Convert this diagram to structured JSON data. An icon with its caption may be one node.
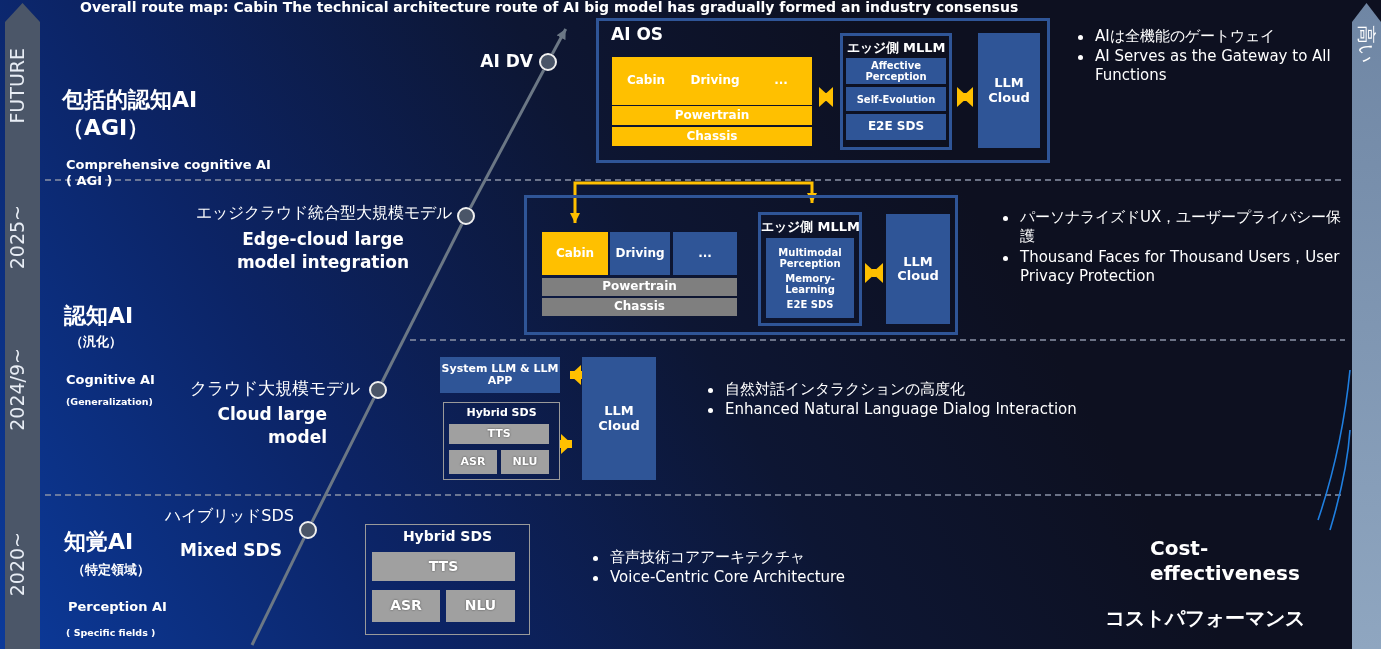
{
  "diagram": {
    "title": "Overall route map: Cabin The technical architecture route of AI big model has gradually formed an industry consensus",
    "nodes": [
      {
        "text": [],
        "shape": "circle",
        "beside": [
          "AI DV"
        ]
      },
      {
        "text": [
          "AI OS"
        ]
      },
      {
        "text": [
          "Cabin"
        ],
        "in": 1
      },
      {
        "text": [
          "Driving"
        ],
        "in": 1
      },
      {
        "text": [
          "..."
        ],
        "in": 1
      },
      {
        "text": [
          "Powertrain"
        ],
        "in": 1
      },
      {
        "text": [
          "Chassis"
        ],
        "in": 1
      },
      {
        "text": [
          "エッジ側 MLLM"
        ],
        "in": 1
      },
      {
        "text": [
          "Affective Perception"
        ],
        "in": 7
      },
      {
        "text": [
          "Self-Evolution"
        ],
        "in": 7
      },
      {
        "text": [
          "E2E SDS"
        ],
        "in": 7
      },
      {
        "text": [
          "LLM Cloud"
        ],
        "in": 1
      },
      {
        "text": [],
        "shape": "circle",
        "beside": [
          "エッジクラウド統合型大規模モデル",
          "Edge-cloud large model integration"
        ]
      },
      {
        "text": [],
        "shape": "box"
      },
      {
        "text": [
          "Cabin"
        ],
        "in": 13
      },
      {
        "text": [
          "Driving"
        ],
        "in": 13
      },
      {
        "text": [
          "..."
        ],
        "in": 13
      },
      {
        "text": [
          "Powertrain"
        ],
        "in": 13
      },
      {
        "text": [
          "Chassis"
        ],
        "in": 13
      },
      {
        "text": [
          "エッジ側 MLLM"
        ],
        "in": 13
      },
      {
        "text": [
          "Multimodal Perception",
          "Memory-Learning",
          "E2E SDS"
        ],
        "in": 19
      },
      {
        "text": [
          "LLM Cloud"
        ],
        "in": 13
      },
      {
        "text": [],
        "shape": "circle",
        "beside": [
          "クラウド大規模モデル",
          "Cloud large model"
        ]
      },
      {
        "text": [
          "System LLM & LLM APP"
        ]
      },
      {
        "text": [
          "Hybrid SDS"
        ]
      },
      {
        "text": [
          "TTS"
        ],
        "in": 24
      },
      {
        "text": [
          "ASR"
        ],
        "in": 24
      },
      {
        "text": [
          "NLU"
        ],
        "in": 24
      },
      {
        "text": [
          "LLM Cloud"
        ]
      },
      {
        "text": [],
        "shape": "circle",
        "beside": [
          "ハイブリッドSDS",
          "Mixed SDS"
        ]
      },
      {
        "text": [
          "Hybrid SDS"
        ]
      },
      {
        "text": [
          "TTS"
        ],
        "in": 30
      },
      {
        "text": [
          "ASR"
        ],
        "in": 30
      },
      {
        "text": [
          "NLU"
        ],
        "in": 30
      }
    ],
    "edges": [
      {
        "from": null,
        "to": 29,
        "arrow": "none",
        "color": "#6b7785"
      },
      {
        "from": 29,
        "to": 22,
        "arrow": "none",
        "color": "#6b7785"
      },
      {
        "from": 22,
        "to": 12,
        "arrow": "none",
        "color": "#6b7785"
      },
      {
        "from": 12,
        "to": 0,
        "arrow": "none",
        "color": "#6b7785"
      },
      {
        "from": 0,
        "to": null,
        "arrow": "to",
        "color": "#6b7785"
      },
      {
        "from": 4,
        "to": 7,
        "arrow": "both",
        "style": "thick"
      },
      {
        "from": 7,
        "to": 11,
        "arrow": "both",
        "style": "thick"
      },
      {
        "from": 19,
        "to": 14,
        "arrow": "both"
      },
      {
        "from": 19,
        "to": 21,
        "arrow": "both",
        "style": "thick"
      },
      {
        "from": 28,
        "to": 23,
        "arrow": "to",
        "style": "thick"
      },
      {
        "from": 24,
        "to": 28,
        "arrow": "to",
        "style": "thick"
      }
    ],
    "labels": [
      "FUTURE",
      "高い",
      "包括的認知AI（AGI）",
      "Comprehensive cognitive AI ( AGI )",
      "AIは全機能のゲートウェイ",
      "AI Serves as the Gateway to All Functions",
      "2025~",
      "認知AI",
      "（汎化）",
      "パーソナライズドUX，ユーザープライバシー保護",
      "Thousand Faces for Thousand Users，User Privacy Protection",
      "2024/9~",
      "Cognitive AI",
      "(Generalization)",
      "自然対話インタラクションの高度化",
      "Enhanced Natural Language Dialog Interaction",
      "2020~",
      "知覚AI",
      "（特定領域）",
      "Perception AI",
      "( Specific fields )",
      "音声技術コアアーキテクチャ",
      "Voice-Centric Core Architecture",
      "Cost-effectiveness",
      "コストパフォーマンス"
    ]
  }
}
